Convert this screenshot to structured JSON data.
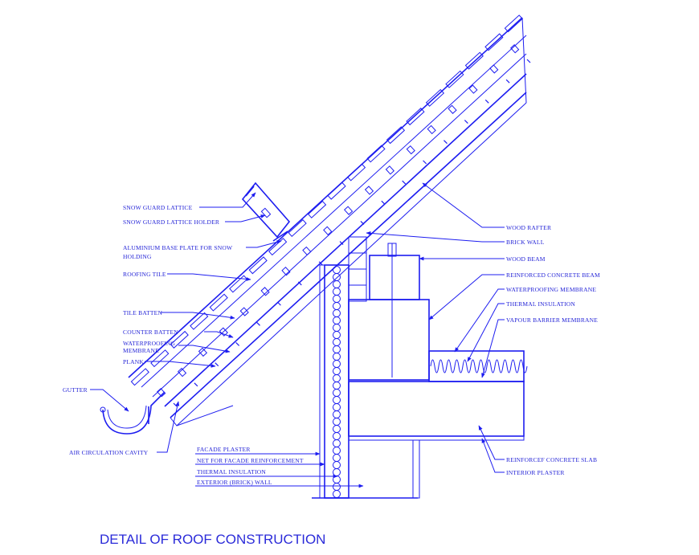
{
  "title": "DETAIL OF ROOF CONSTRUCTION",
  "colors": {
    "line": "#1d1df0",
    "text": "#1f1fd6",
    "title": "#2b2bd9",
    "background": "#ffffff"
  },
  "labels_left": {
    "snow_guard_lattice": "SNOW GUARD LATTICE",
    "snow_guard_lattice_holder": "SNOW GUARD LATTICE HOLDER",
    "aluminium_base_plate_1": "ALUMINIUM BASE PLATE FOR SNOW",
    "aluminium_base_plate_2": "HOLDING",
    "roofing_tile": "ROOFING TILE",
    "tile_batten": "TILE BATTEN",
    "counter_batten": "COUNTER BATTEN",
    "waterproofing_1": "WATERPROOFING",
    "waterproofing_2": "MEMBRANE",
    "plank": "PLANK",
    "gutter": "GUTTER",
    "air_circulation_cavity": "AIR CIRCULATION CAVITY"
  },
  "labels_right": {
    "wood_rafter": "WOOD RAFTER",
    "brick_wall": "BRICK WALL",
    "wood_beam": "WOOD BEAM",
    "reinforced_concrete_beam": "REINFORCED CONCRETE BEAM",
    "waterproofing_membrane": "WATERPROOFING MEMBRANE",
    "thermal_insulation": "THERMAL INSULATION",
    "vapour_barrier_membrane": "VAPOUR BARRIER MEMBRANE",
    "reinforced_concrete_slab": "REINFORCEF CONCRETE SLAB",
    "interior_plaster": "INTERIOR PLASTER"
  },
  "labels_bottom": {
    "facade_plaster": "FACADE PLASTER",
    "net_for_facade": "NET FOR FACADE REINFORCEMENT",
    "thermal_insulation": "THERMAL INSULATION",
    "exterior_wall": "EXTERIOR (BRICK) WALL"
  }
}
